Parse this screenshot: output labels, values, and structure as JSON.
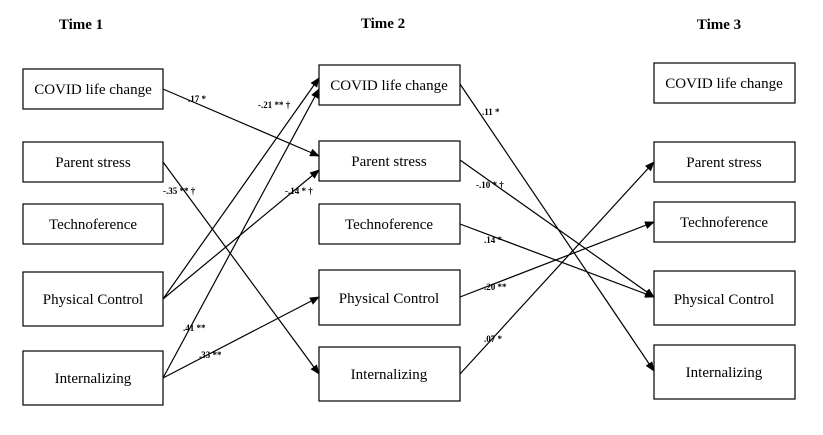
{
  "columns": [
    {
      "key": "t1",
      "title": "Time 1",
      "nodes": [
        "COVID life change",
        "Parent stress",
        "Technoference",
        "Physical Control",
        "Internalizing"
      ]
    },
    {
      "key": "t2",
      "title": "Time 2",
      "nodes": [
        "COVID life change",
        "Parent stress",
        "Technoference",
        "Physical Control",
        "Internalizing"
      ]
    },
    {
      "key": "t3",
      "title": "Time 3",
      "nodes": [
        "COVID life change",
        "Parent stress",
        "Technoference",
        "Physical Control",
        "Internalizing"
      ]
    }
  ],
  "paths": [
    {
      "from": "t1.0",
      "to": "t2.1",
      "label": ".17 *"
    },
    {
      "from": "t1.1",
      "to": "t2.4",
      "label": "-.35 ** †"
    },
    {
      "from": "t1.3",
      "to": "t2.0",
      "label": "-.21 ** †"
    },
    {
      "from": "t1.3",
      "to": "t2.1",
      "label": "-.14 * †"
    },
    {
      "from": "t1.4",
      "to": "t2.0",
      "label": ".41 **"
    },
    {
      "from": "t1.4",
      "to": "t2.3",
      "label": ".33 **"
    },
    {
      "from": "t2.0",
      "to": "t3.4",
      "label": ".11 *"
    },
    {
      "from": "t2.1",
      "to": "t3.3",
      "label": "-.10 * †"
    },
    {
      "from": "t2.2",
      "to": "t3.3",
      "label": ".14 *"
    },
    {
      "from": "t2.3",
      "to": "t3.2",
      "label": ".20 **"
    },
    {
      "from": "t2.4",
      "to": "t3.1",
      "label": ".07 *"
    }
  ]
}
